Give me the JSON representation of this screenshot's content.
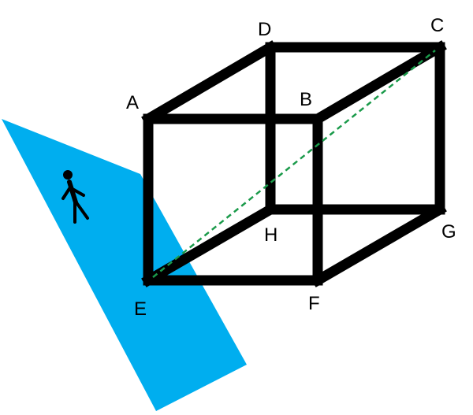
{
  "diagram": {
    "vertices": {
      "A": "A",
      "B": "B",
      "C": "C",
      "D": "D",
      "E": "E",
      "F": "F",
      "G": "G",
      "H": "H"
    },
    "colors": {
      "edge": "#000000",
      "plane": "#00aeef",
      "diagonal": "#1a9a4a",
      "walker": "#000000"
    },
    "icons": {
      "walker": "walking-person-icon"
    }
  }
}
